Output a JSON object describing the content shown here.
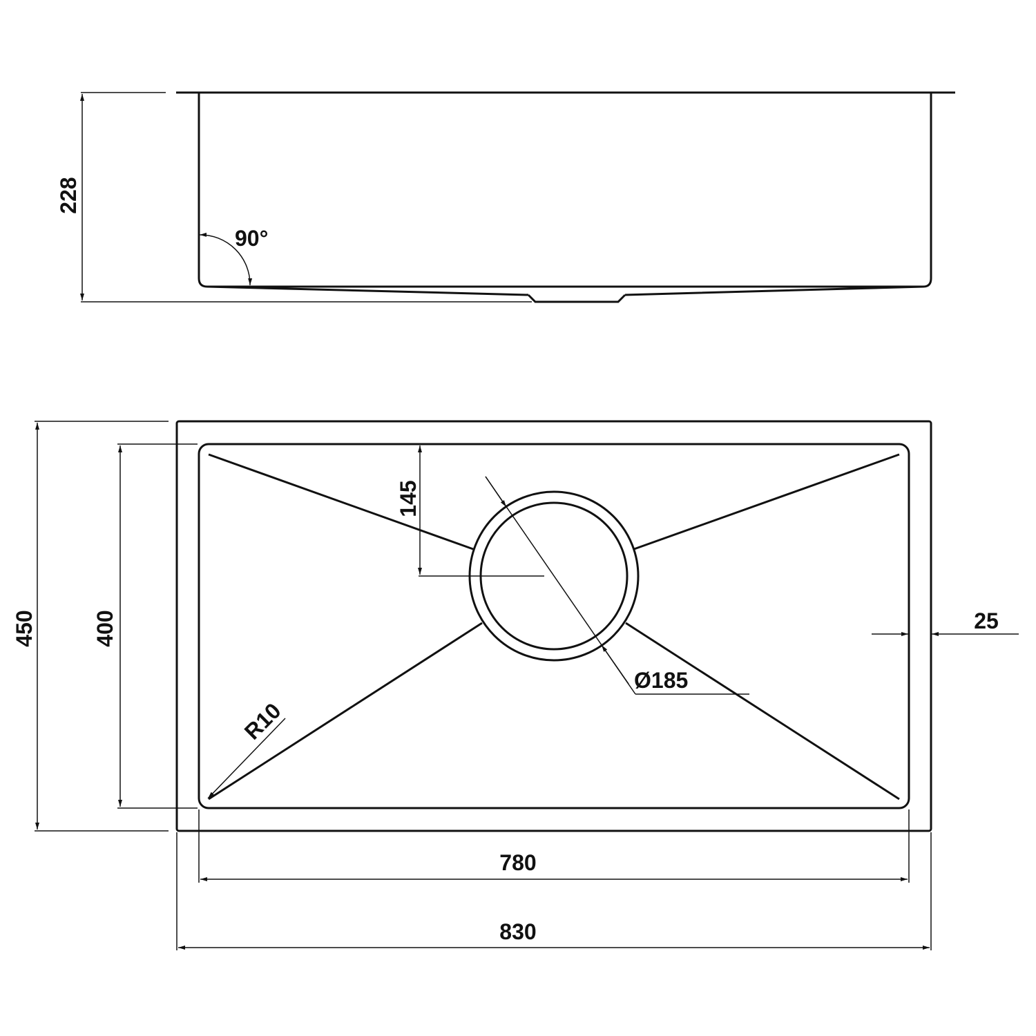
{
  "drawing": {
    "side_view": {
      "depth_label": "228",
      "angle_label": "90°"
    },
    "top_view": {
      "total_depth_label": "450",
      "inner_depth_label": "400",
      "drain_offset_label": "145",
      "drain_diameter_label": "Ø185",
      "corner_radius_label": "R10",
      "flange_width_label": "25",
      "inner_length_label": "780",
      "total_length_label": "830"
    }
  }
}
